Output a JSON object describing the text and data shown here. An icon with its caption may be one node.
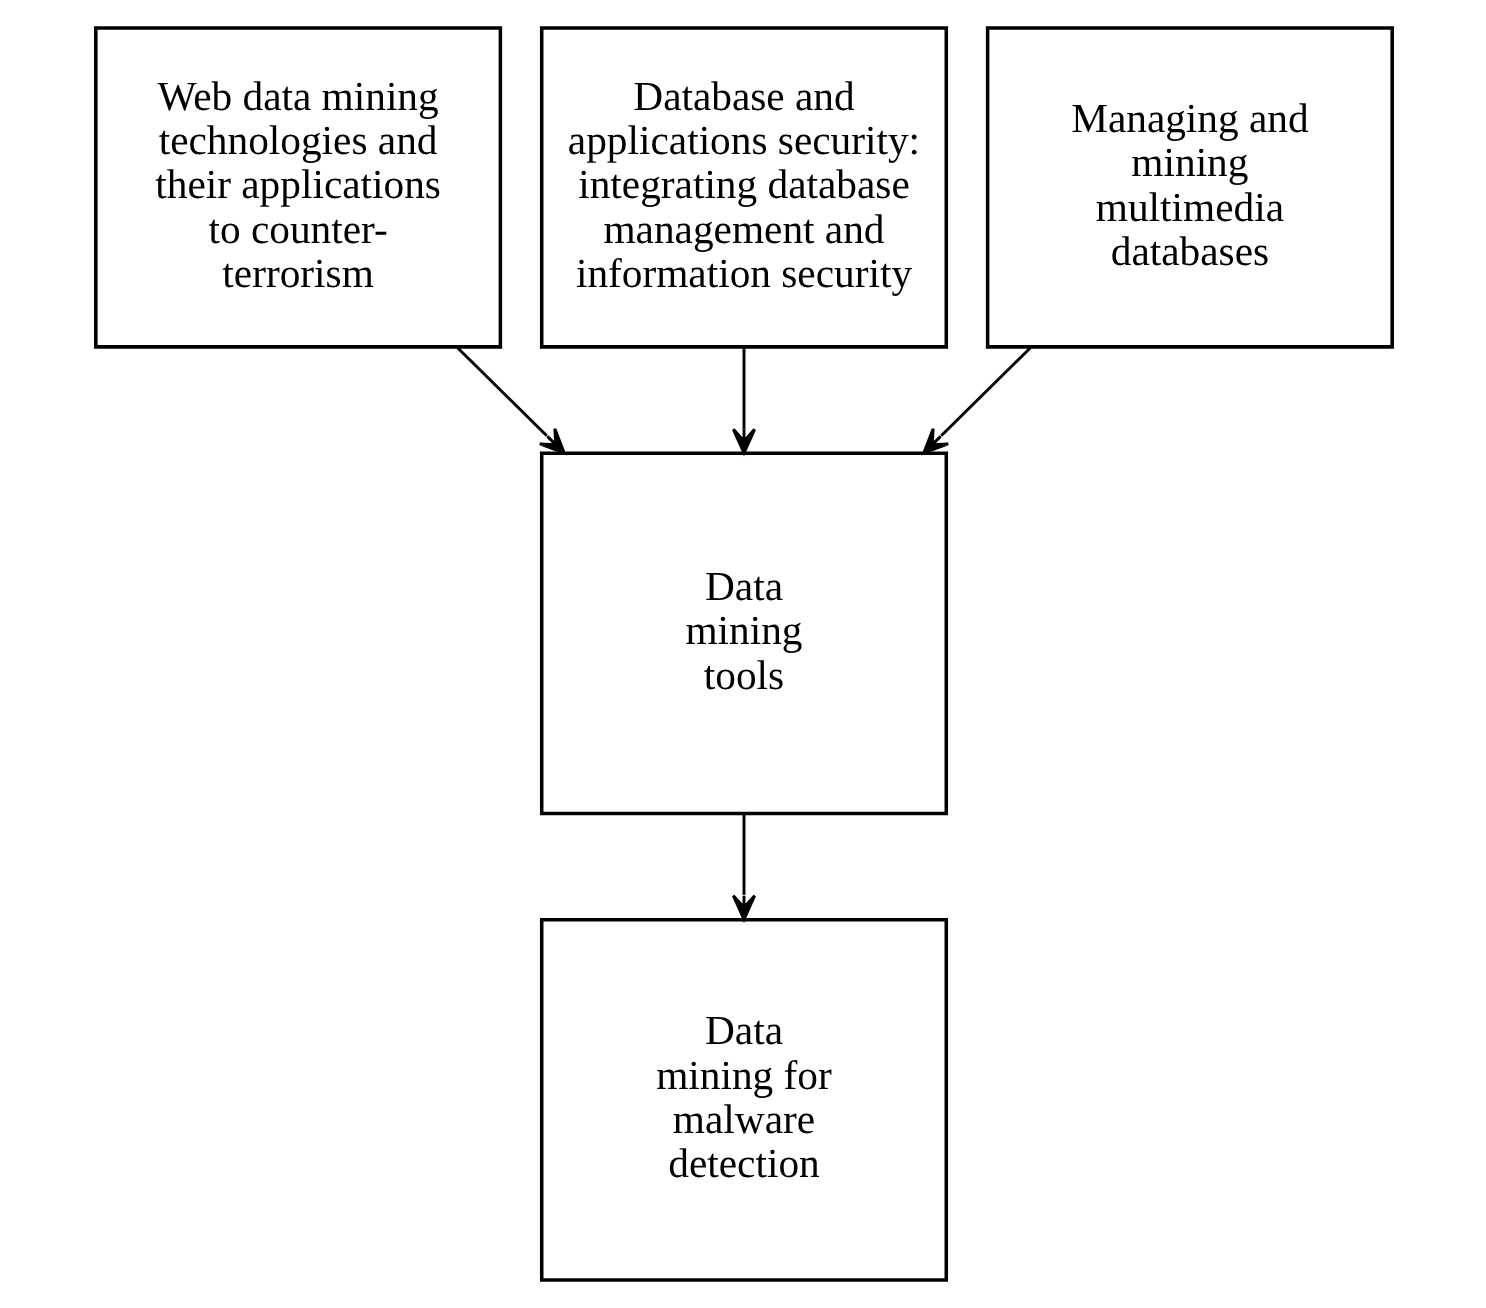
{
  "diagram": {
    "nodes": [
      {
        "text": [
          "Web data mining technologies and their applications to counter-terrorism"
        ]
      },
      {
        "text": [
          "Database and applications security: integrating database management and information security"
        ]
      },
      {
        "text": [
          "Managing and mining multimedia databases"
        ]
      },
      {
        "text": [
          "Data mining tools"
        ]
      },
      {
        "text": [
          "Data mining for malware detection"
        ]
      }
    ],
    "edges": [
      {
        "from": 0,
        "to": 3,
        "arrow": "to"
      },
      {
        "from": 1,
        "to": 3,
        "arrow": "to"
      },
      {
        "from": 2,
        "to": 3,
        "arrow": "to"
      },
      {
        "from": 3,
        "to": 4,
        "arrow": "to"
      }
    ]
  }
}
